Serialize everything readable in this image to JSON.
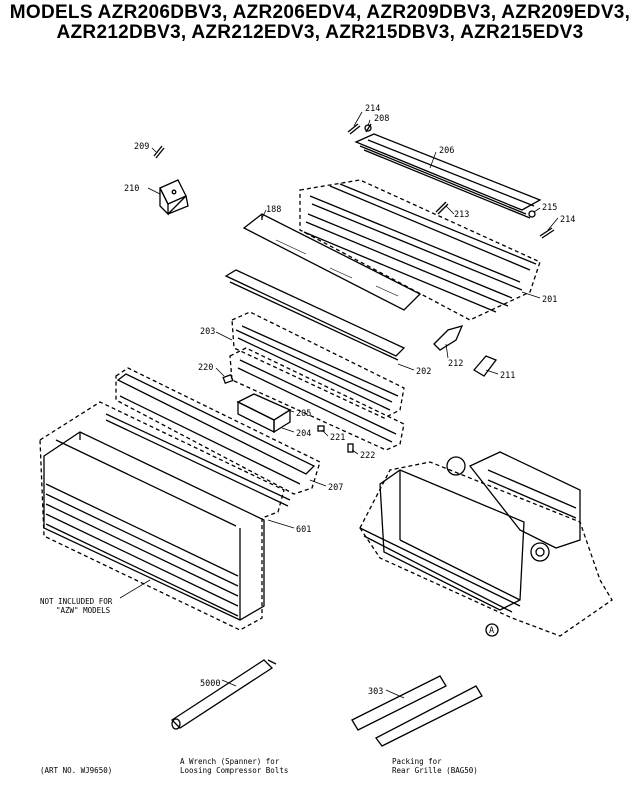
{
  "title": {
    "line1": "MODELS AZR206DBV3, AZR206EDV4, AZR209DBV3, AZR209EDV3,",
    "line2": "AZR212DBV3, AZR212EDV3, AZR215DBV3, AZR215EDV3"
  },
  "labels": {
    "p214a": "214",
    "p208": "208",
    "p209": "209",
    "p206": "206",
    "p210": "210",
    "p188": "188",
    "p213": "213",
    "p215": "215",
    "p214b": "214",
    "p201": "201",
    "p203": "203",
    "p212": "212",
    "p202": "202",
    "p220": "220",
    "p211": "211",
    "p205": "205",
    "p204": "204",
    "p221": "221",
    "p222": "222",
    "p207": "207",
    "p601": "601",
    "p5000": "5000",
    "p303": "303",
    "circle_a": "A"
  },
  "notes": {
    "not_included_line1": "NOT INCLUDED FOR",
    "not_included_line2": "\"AZW\" MODELS",
    "wrench_line1": "A Wrench (Spanner) for",
    "wrench_line2": "Loosing Compressor Bolts",
    "packing_line1": "Packing for",
    "packing_line2": "Rear Grille (BAG50)",
    "art_no": "(ART NO. WJ9650)"
  }
}
